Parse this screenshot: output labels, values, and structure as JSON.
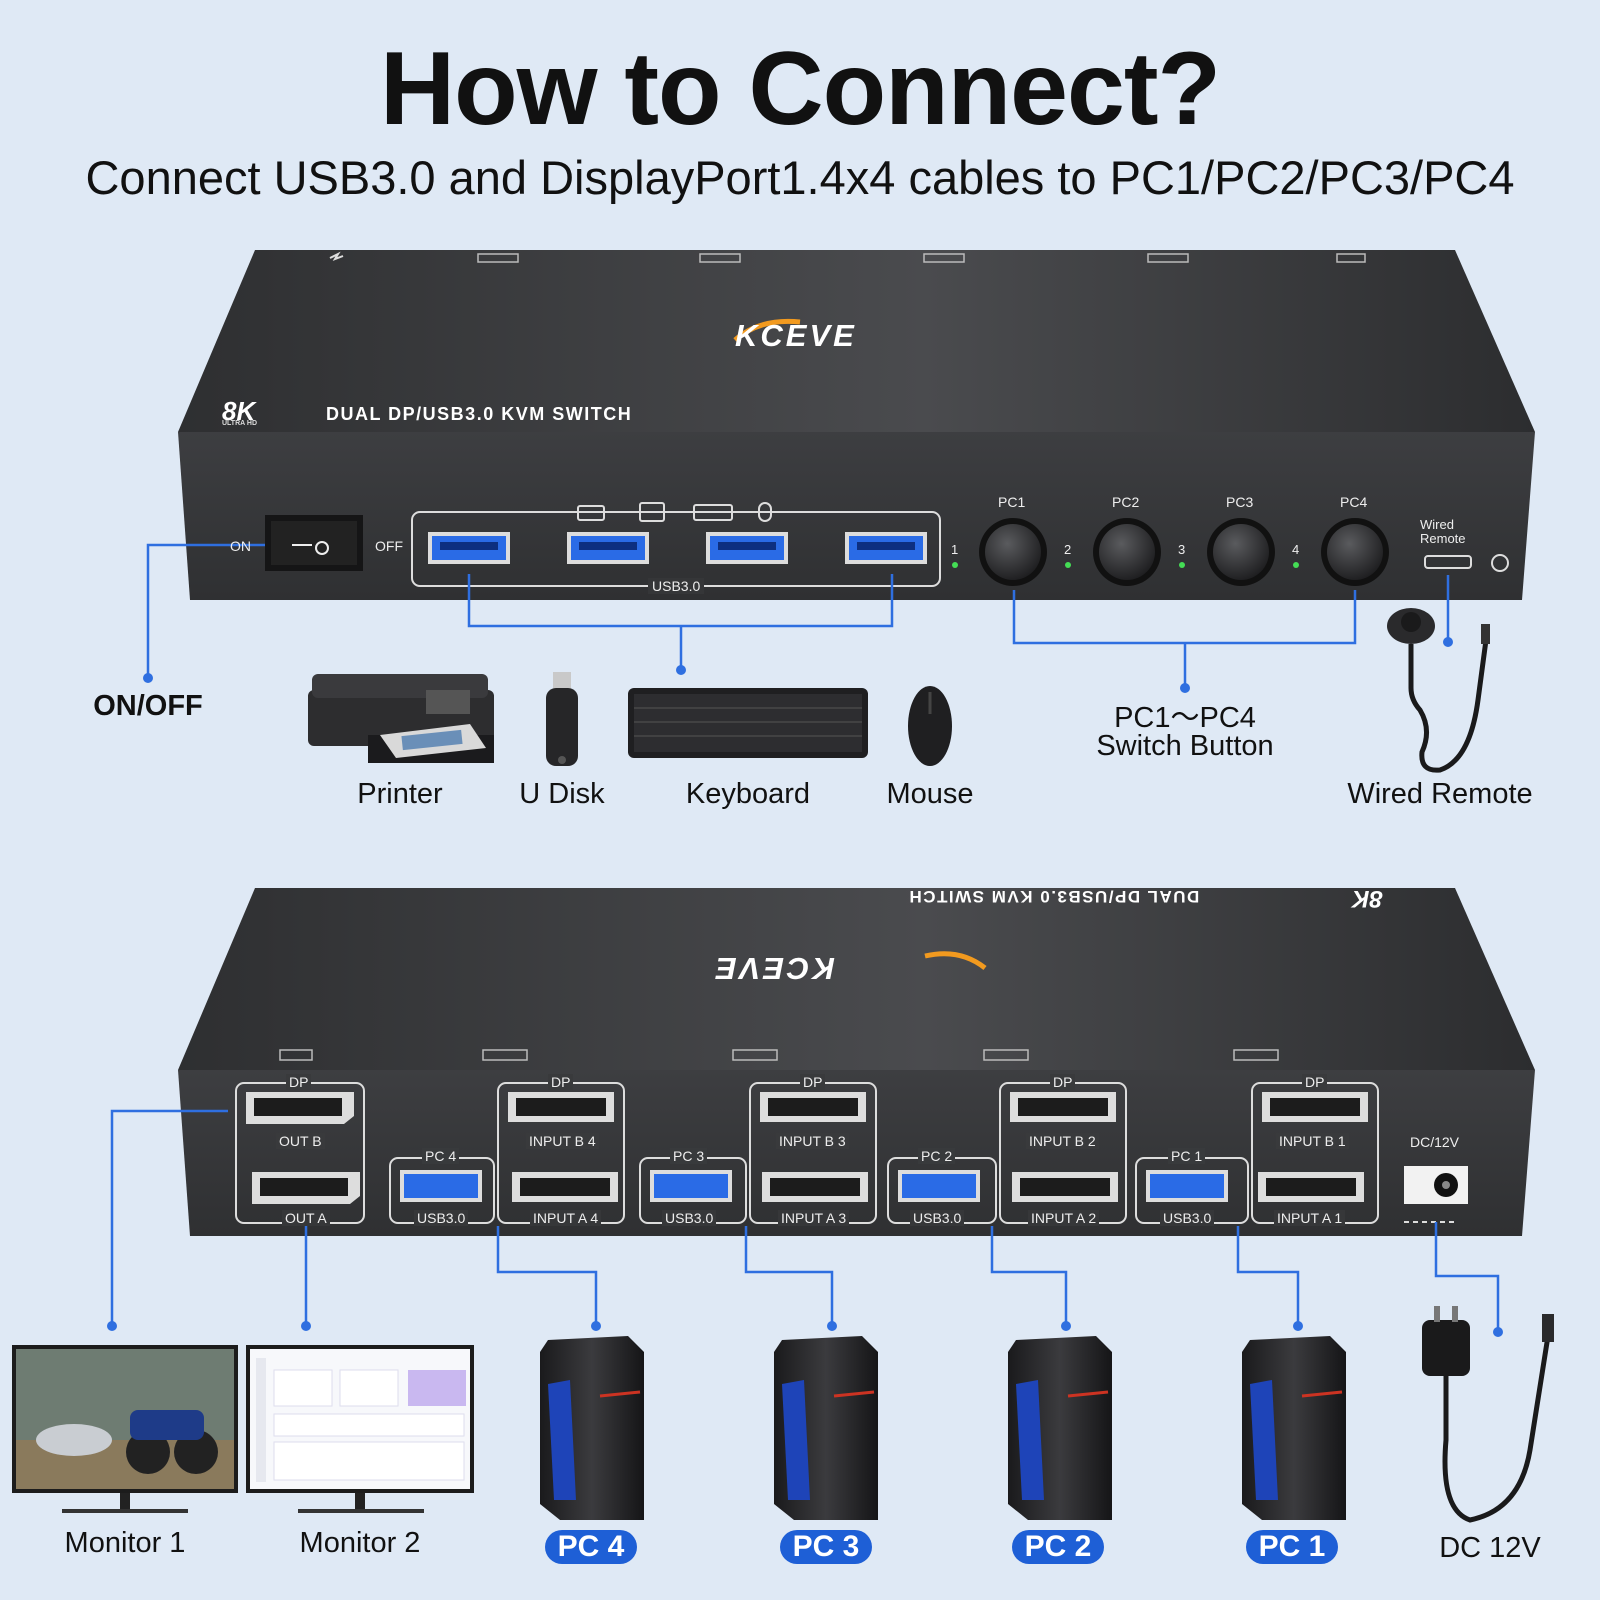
{
  "header": {
    "title": "How to Connect?",
    "subtitle": "Connect USB3.0 and DisplayPort1.4x4 cables to PC1/PC2/PC3/PC4"
  },
  "front_panel": {
    "brand": "KCEVE",
    "model_badge": "8K",
    "model_badge_sub": "ULTRA HD",
    "model_text": "DUAL DP/USB3.0 KVM SWITCH",
    "power_on": "ON",
    "power_off": "OFF",
    "usb_group_label": "USB3.0",
    "pc_buttons": [
      "PC1",
      "PC2",
      "PC3",
      "PC4"
    ],
    "led_numbers": [
      "1",
      "2",
      "3",
      "4"
    ],
    "wired_remote_port": "Wired Remote"
  },
  "front_labels": {
    "on_off": "ON/OFF",
    "printer": "Printer",
    "udisk": "U Disk",
    "keyboard": "Keyboard",
    "mouse": "Mouse",
    "switch_button_line1": "PC1～PC4",
    "switch_button_line2": "Switch Button",
    "wired_remote": "Wired Remote"
  },
  "rear_panel": {
    "dp_label": "DP",
    "out_b": "OUT B",
    "out_a": "OUT A",
    "groups": [
      {
        "pc": "PC 4",
        "input_b": "INPUT B 4",
        "input_a": "INPUT A 4",
        "usb": "USB3.0"
      },
      {
        "pc": "PC 3",
        "input_b": "INPUT B 3",
        "input_a": "INPUT A 3",
        "usb": "USB3.0"
      },
      {
        "pc": "PC 2",
        "input_b": "INPUT B 2",
        "input_a": "INPUT A 2",
        "usb": "USB3.0"
      },
      {
        "pc": "PC 1",
        "input_b": "INPUT B 1",
        "input_a": "INPUT A 1",
        "usb": "USB3.0"
      }
    ],
    "dc_label": "DC/12V"
  },
  "rear_labels": {
    "monitor1": "Monitor 1",
    "monitor2": "Monitor 2",
    "pc4": "PC 4",
    "pc3": "PC 3",
    "pc2": "PC 2",
    "pc1": "PC 1",
    "dc": "DC 12V"
  },
  "colors": {
    "background": "#dfe9f5",
    "line_blue": "#2f6fe0",
    "badge_blue": "#1e5fd6",
    "device_dark": "#3a3b3d",
    "usb_blue": "#2a6be6",
    "led_green": "#44dd55"
  }
}
